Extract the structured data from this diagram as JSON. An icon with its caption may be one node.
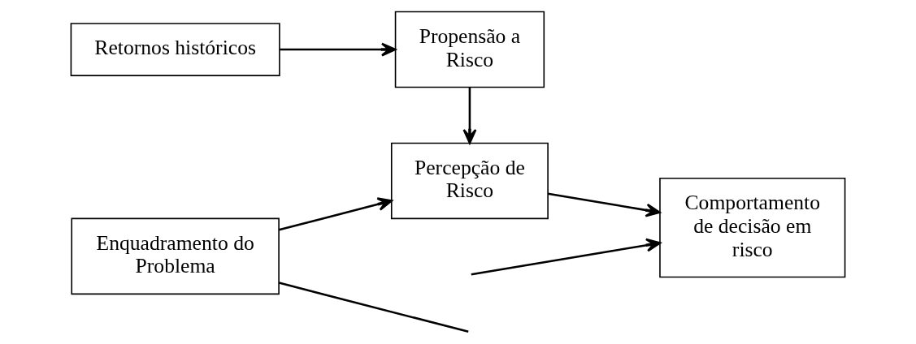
{
  "diagram": {
    "nodes": [
      {
        "text": [
          "Retornos históricos"
        ]
      },
      {
        "text": [
          "Propensão a Risco"
        ]
      },
      {
        "text": [
          "Comportamento de decisão em risco"
        ]
      },
      {
        "text": [
          "Enquadramento do Problema"
        ]
      },
      {
        "text": [
          "Percepção de Risco"
        ]
      }
    ],
    "edges": [
      {
        "from": 0,
        "to": 1,
        "arrow": "to"
      },
      {
        "from": 1,
        "to": 4,
        "arrow": "to"
      },
      {
        "from": 3,
        "to": 4,
        "arrow": "to"
      },
      {
        "from": 4,
        "to": 2,
        "arrow": "to"
      },
      {
        "from": 3,
        "to": null,
        "arrow": "none"
      },
      {
        "from": null,
        "to": 2,
        "arrow": "to"
      }
    ]
  }
}
